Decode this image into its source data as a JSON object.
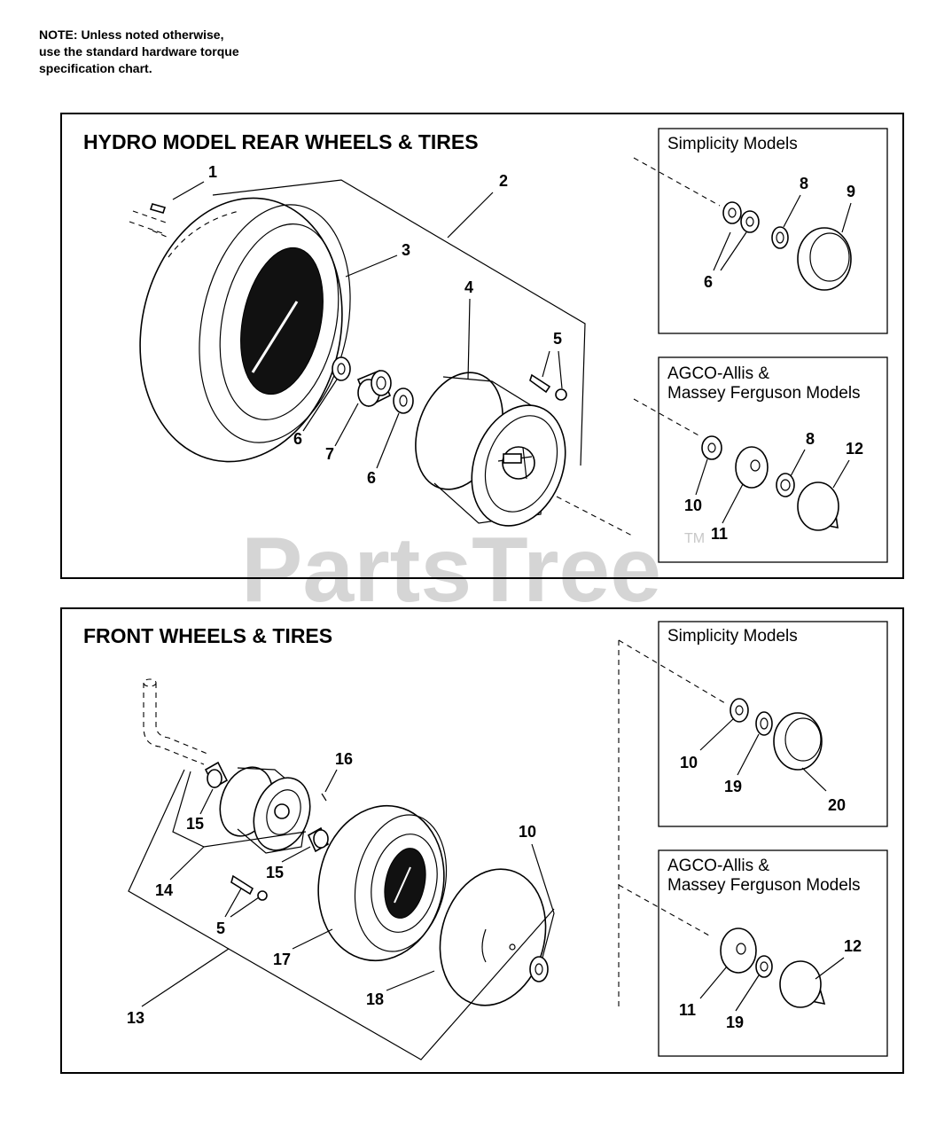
{
  "note": {
    "lines": [
      "NOTE: Unless noted otherwise,",
      "use the standard hardware torque",
      "specification chart."
    ]
  },
  "watermark": {
    "text": "PartsTree",
    "tm": "TM"
  },
  "rear_panel": {
    "title": "HYDRO MODEL REAR WHEELS & TIRES",
    "simplicity_box": {
      "title": "Simplicity Models"
    },
    "agco_box": {
      "title_line1": "AGCO-Allis &",
      "title_line2": "Massey Ferguson Models"
    },
    "callouts": [
      "1",
      "2",
      "3",
      "4",
      "5",
      "6",
      "7",
      "6",
      "6",
      "8",
      "9",
      "10",
      "11",
      "8",
      "12"
    ]
  },
  "front_panel": {
    "title": "FRONT WHEELS & TIRES",
    "simplicity_box": {
      "title": "Simplicity Models"
    },
    "agco_box": {
      "title_line1": "AGCO-Allis &",
      "title_line2": "Massey Ferguson Models"
    },
    "callouts": [
      "16",
      "15",
      "15",
      "14",
      "5",
      "13",
      "17",
      "18",
      "10",
      "10",
      "19",
      "20",
      "12",
      "11",
      "19"
    ]
  }
}
